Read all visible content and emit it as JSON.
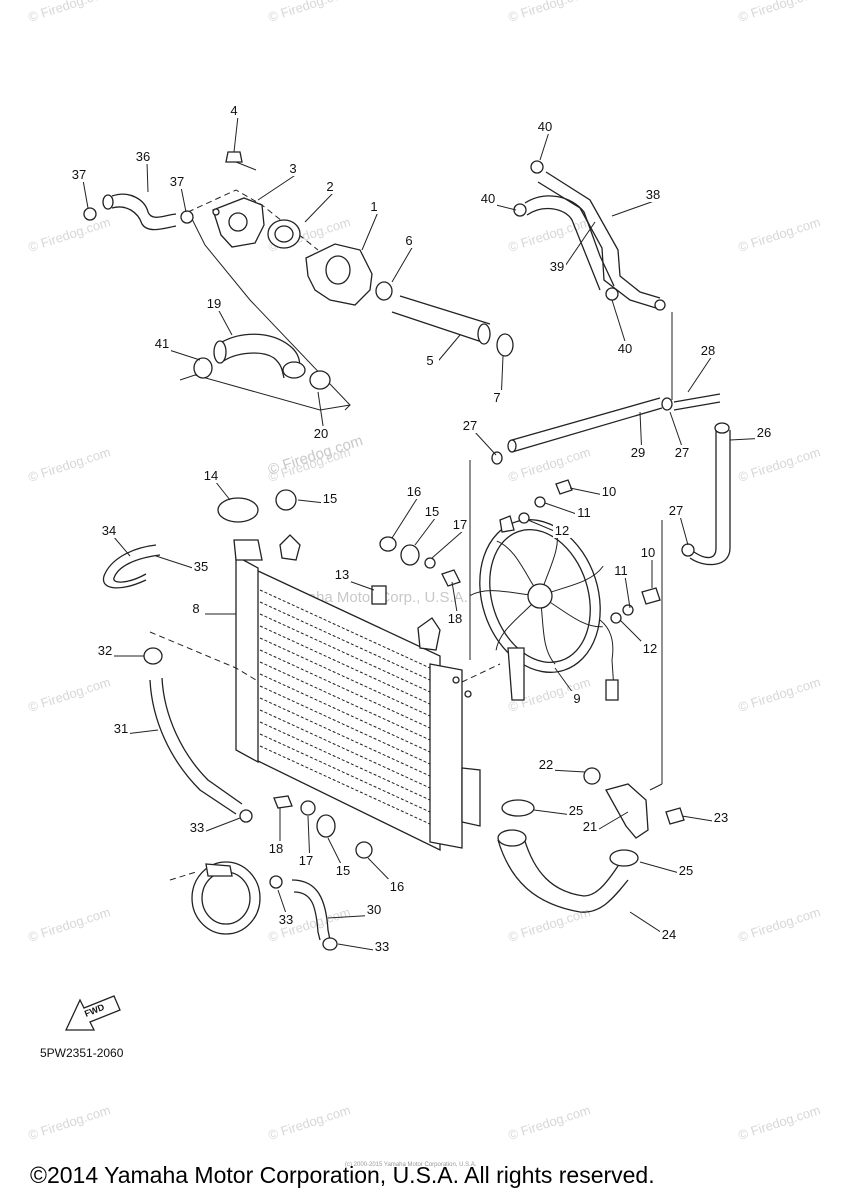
{
  "diagram": {
    "code": "5PW2351-2060",
    "fwd_label": "FWD",
    "copyright": "©2014 Yamaha Motor Corporation, U.S.A. All rights reserved.",
    "tiny_note": "(c) 2000-2015 Yamaha Motor Corporation, U.S.A.",
    "watermark_center": "Yamaha Motor Corp., U.S.A.",
    "watermark_site": "© Firedog.com",
    "watermark_tile": "© Firedog.com"
  },
  "callouts": [
    {
      "n": "1"
    },
    {
      "n": "2"
    },
    {
      "n": "3"
    },
    {
      "n": "4"
    },
    {
      "n": "5"
    },
    {
      "n": "6"
    },
    {
      "n": "7"
    },
    {
      "n": "8"
    },
    {
      "n": "9"
    },
    {
      "n": "10"
    },
    {
      "n": "10"
    },
    {
      "n": "11"
    },
    {
      "n": "11"
    },
    {
      "n": "12"
    },
    {
      "n": "12"
    },
    {
      "n": "13"
    },
    {
      "n": "14"
    },
    {
      "n": "15"
    },
    {
      "n": "15"
    },
    {
      "n": "15"
    },
    {
      "n": "16"
    },
    {
      "n": "16"
    },
    {
      "n": "17"
    },
    {
      "n": "17"
    },
    {
      "n": "18"
    },
    {
      "n": "18"
    },
    {
      "n": "19"
    },
    {
      "n": "20"
    },
    {
      "n": "21"
    },
    {
      "n": "22"
    },
    {
      "n": "23"
    },
    {
      "n": "24"
    },
    {
      "n": "25"
    },
    {
      "n": "25"
    },
    {
      "n": "26"
    },
    {
      "n": "27"
    },
    {
      "n": "27"
    },
    {
      "n": "27"
    },
    {
      "n": "28"
    },
    {
      "n": "29"
    },
    {
      "n": "30"
    },
    {
      "n": "31"
    },
    {
      "n": "32"
    },
    {
      "n": "33"
    },
    {
      "n": "33"
    },
    {
      "n": "33"
    },
    {
      "n": "34"
    },
    {
      "n": "35"
    },
    {
      "n": "36"
    },
    {
      "n": "37"
    },
    {
      "n": "37"
    },
    {
      "n": "38"
    },
    {
      "n": "39"
    },
    {
      "n": "40"
    },
    {
      "n": "40"
    },
    {
      "n": "40"
    },
    {
      "n": "41"
    }
  ]
}
